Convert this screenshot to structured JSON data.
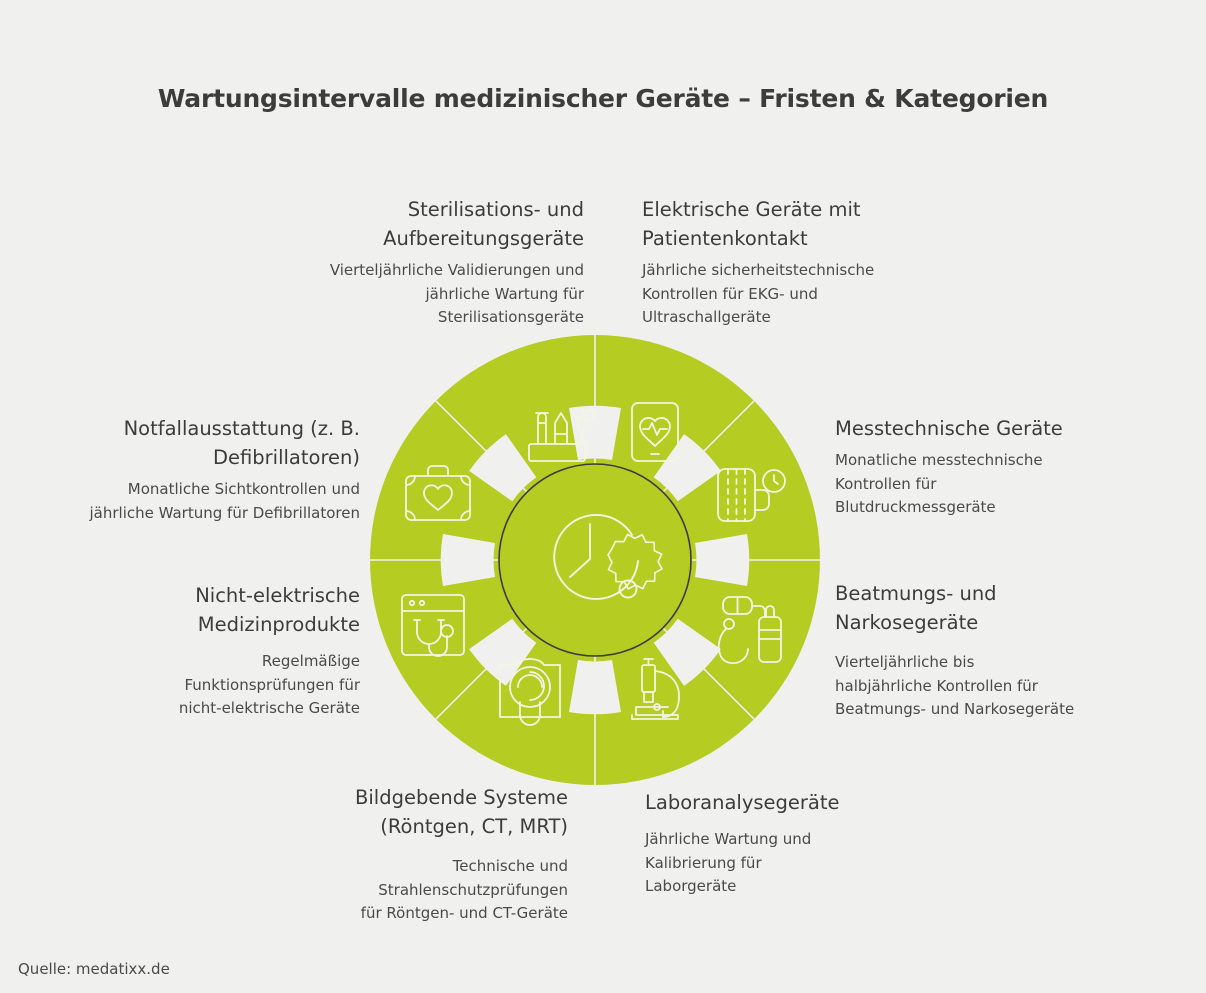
{
  "title": "Wartungsintervalle medizinischer Geräte – Fristen & Kategorien",
  "source": "Quelle: medatixx.de",
  "colors": {
    "background": "#f0f0ef",
    "wheel_green": "#b5cc22",
    "hub_outline": "#3c3c3b",
    "icon_stroke": "#f2f5e2",
    "title_text": "#3c3c3b",
    "body_text": "#4a4a49"
  },
  "hub": {
    "icon": "clock-gear-icon"
  },
  "segments": [
    {
      "id": "sterilisation",
      "icon": "sterilisation-tray-icon",
      "title": "Sterilisations- und Aufbereitungsgeräte",
      "desc": "Vierteljährliche Validierungen und jährliche Wartung für Sterilisationsgeräte"
    },
    {
      "id": "elektrische",
      "icon": "ecg-monitor-icon",
      "title": "Elektrische Geräte mit Patientenkontakt",
      "desc": "Jährliche sicherheitstechnische Kontrollen für EKG- und Ultraschallgeräte"
    },
    {
      "id": "messtechnik",
      "icon": "blood-pressure-cuff-icon",
      "title": "Messtechnische Geräte",
      "desc": "Monatliche messtechnische Kontrollen für Blutdruckmessgeräte"
    },
    {
      "id": "beatmung",
      "icon": "oxygen-mask-cylinder-icon",
      "title": "Beatmungs- und Narkosegeräte",
      "desc": "Vierteljährliche bis halbjährliche Kontrollen für Beatmungs- und Narkosegeräte"
    },
    {
      "id": "labor",
      "icon": "microscope-icon",
      "title": "Laboranalysegeräte",
      "desc": "Jährliche Wartung und Kalibrierung für Laborgeräte"
    },
    {
      "id": "bildgebend",
      "icon": "ct-scanner-icon",
      "title": "Bildgebende Systeme (Röntgen, CT, MRT)",
      "desc": "Technische und Strahlenschutzprüfungen für Röntgen- und CT-Geräte"
    },
    {
      "id": "nichtelektrisch",
      "icon": "stethoscope-window-icon",
      "title": "Nicht-elektrische Medizinprodukte",
      "desc": "Regelmäßige Funktionsprüfungen für nicht-elektrische Geräte"
    },
    {
      "id": "notfall",
      "icon": "emergency-kit-heart-icon",
      "title": "Notfallausstattung (z. B. Defibrillatoren)",
      "desc": "Monatliche Sichtkontrollen und jährliche Wartung für Defibrillatoren"
    }
  ],
  "labels": {
    "sterilisation": {
      "title_l1": "Sterilisations- und",
      "title_l2": "Aufbereitungsgeräte",
      "desc_l1": "Vierteljährliche Validierungen und",
      "desc_l2": "jährliche Wartung für",
      "desc_l3": "Sterilisationsgeräte"
    },
    "elektrische": {
      "title_l1": "Elektrische Geräte mit",
      "title_l2": "Patientenkontakt",
      "desc_l1": "Jährliche sicherheitstechnische",
      "desc_l2": "Kontrollen für EKG- und",
      "desc_l3": "Ultraschallgeräte"
    },
    "notfall": {
      "title_l1": "Notfallausstattung (z. B.",
      "title_l2": "Defibrillatoren)",
      "desc_l1": "Monatliche Sichtkontrollen und",
      "desc_l2": "jährliche Wartung für Defibrillatoren"
    },
    "messtechnik": {
      "title_l1": "Messtechnische Geräte",
      "desc_l1": "Monatliche messtechnische",
      "desc_l2": "Kontrollen für",
      "desc_l3": "Blutdruckmessgeräte"
    },
    "nichtelektrisch": {
      "title_l1": "Nicht-elektrische",
      "title_l2": "Medizinprodukte",
      "desc_l1": "Regelmäßige",
      "desc_l2": "Funktionsprüfungen für",
      "desc_l3": "nicht-elektrische Geräte"
    },
    "beatmung": {
      "title_l1": "Beatmungs- und",
      "title_l2": "Narkosegeräte",
      "desc_l1": "Vierteljährliche bis",
      "desc_l2": "halbjährliche Kontrollen für",
      "desc_l3": "Beatmungs- und Narkosegeräte"
    },
    "bildgebend": {
      "title_l1": "Bildgebende Systeme",
      "title_l2": "(Röntgen, CT, MRT)",
      "desc_l1": "Technische und",
      "desc_l2": "Strahlenschutzprüfungen",
      "desc_l3": "für Röntgen- und CT-Geräte"
    },
    "labor": {
      "title_l1": "Laboranalysegeräte",
      "desc_l1": "Jährliche Wartung und",
      "desc_l2": "Kalibrierung für",
      "desc_l3": "Laborgeräte"
    }
  }
}
